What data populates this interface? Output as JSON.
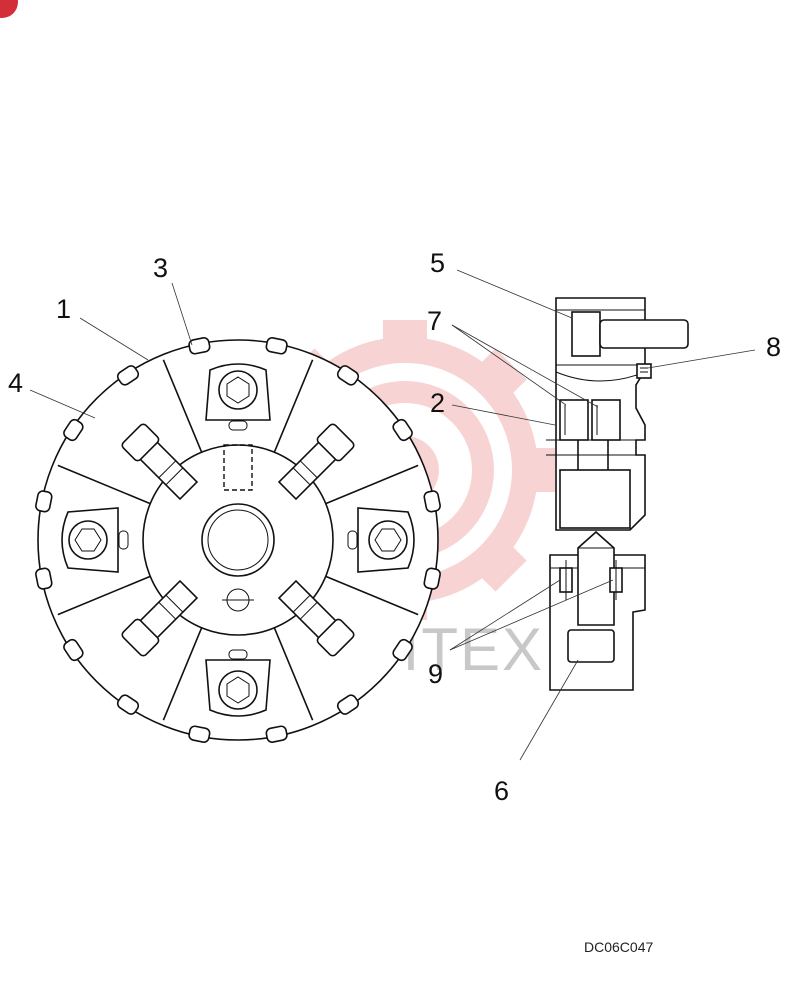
{
  "diagram": {
    "callouts": [
      "1",
      "2",
      "3",
      "4",
      "5",
      "6",
      "7",
      "8",
      "9"
    ],
    "drawing_code": "DC06C047"
  },
  "watermark": {
    "text": "INFITEX",
    "color": "#e8a0a0"
  },
  "corner_badge_color": "#d32f3a"
}
